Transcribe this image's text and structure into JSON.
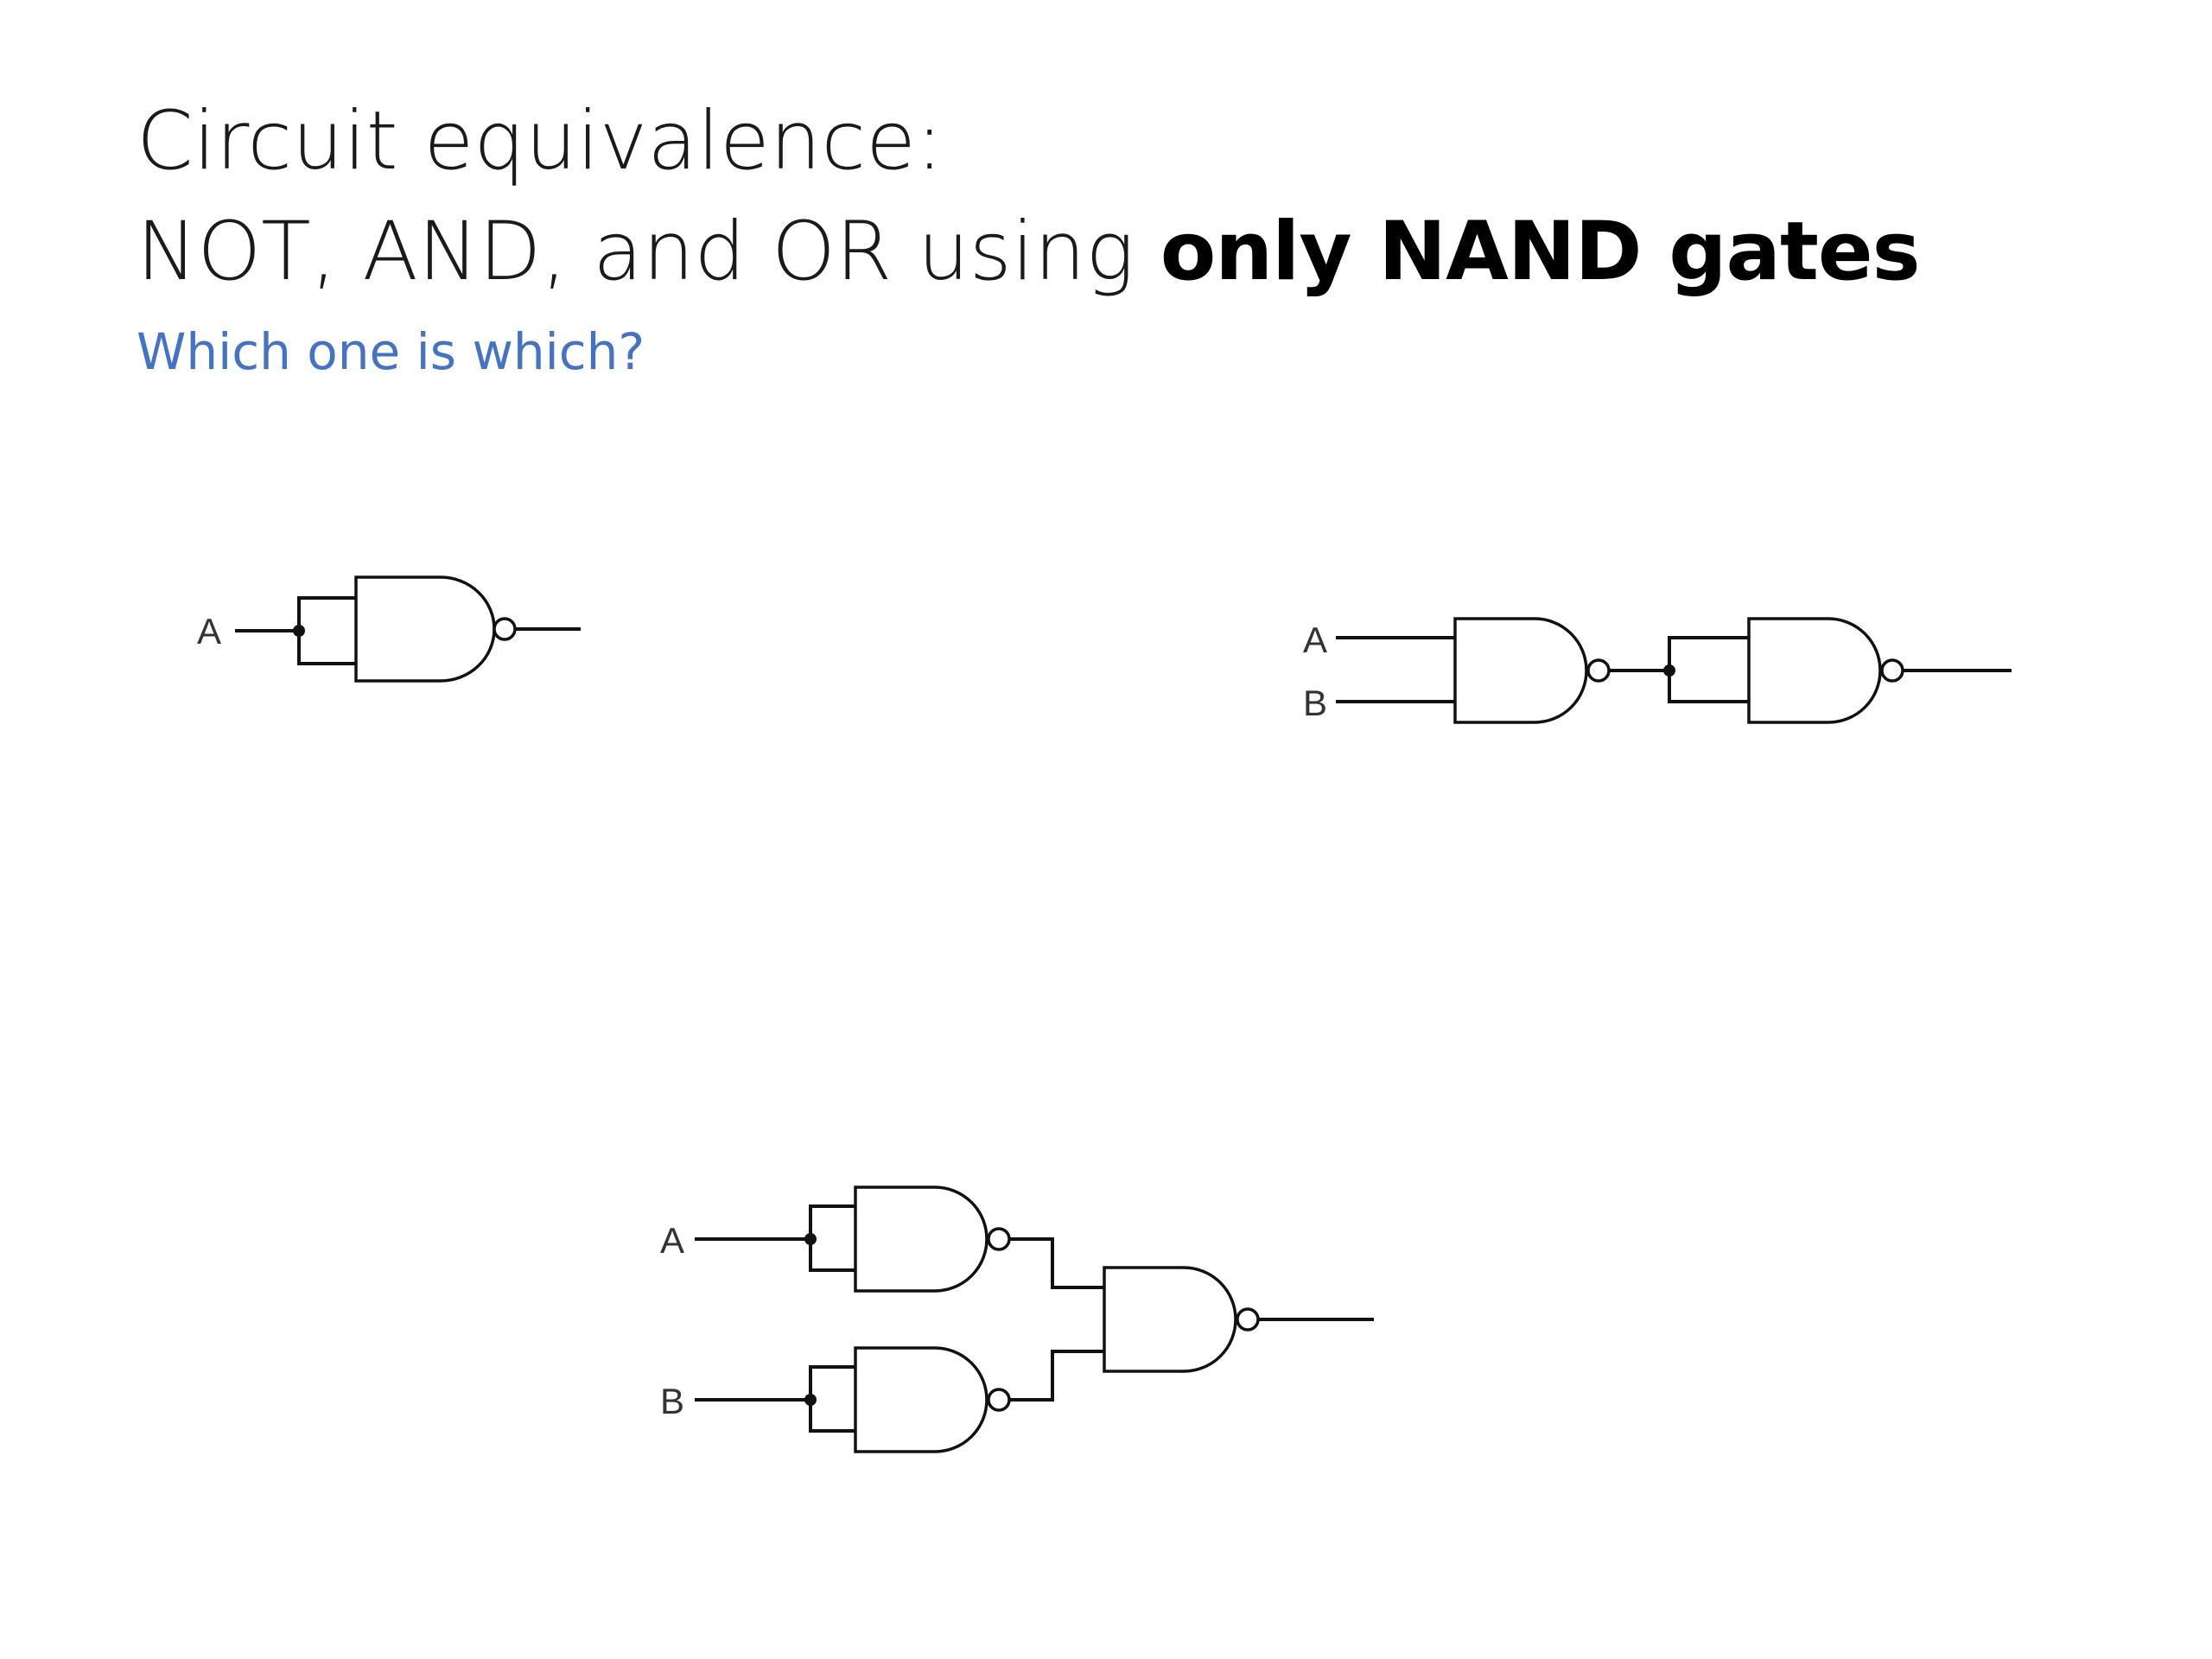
{
  "slide": {
    "title_line1": "Circuit equivalence:",
    "title_line2_prefix": "NOT, AND, and OR using ",
    "title_line2_emphasis": "only NAND gates",
    "subtitle": "Which one is which?"
  },
  "circuits": [
    {
      "id": "circuit-1",
      "inputs": [
        "A"
      ],
      "gates": 1
    },
    {
      "id": "circuit-2",
      "inputs": [
        "A",
        "B"
      ],
      "gates": 2
    },
    {
      "id": "circuit-3",
      "inputs": [
        "A",
        "B"
      ],
      "gates": 3
    }
  ],
  "colors": {
    "subtitle": "#4472C4",
    "line": "#111111"
  }
}
